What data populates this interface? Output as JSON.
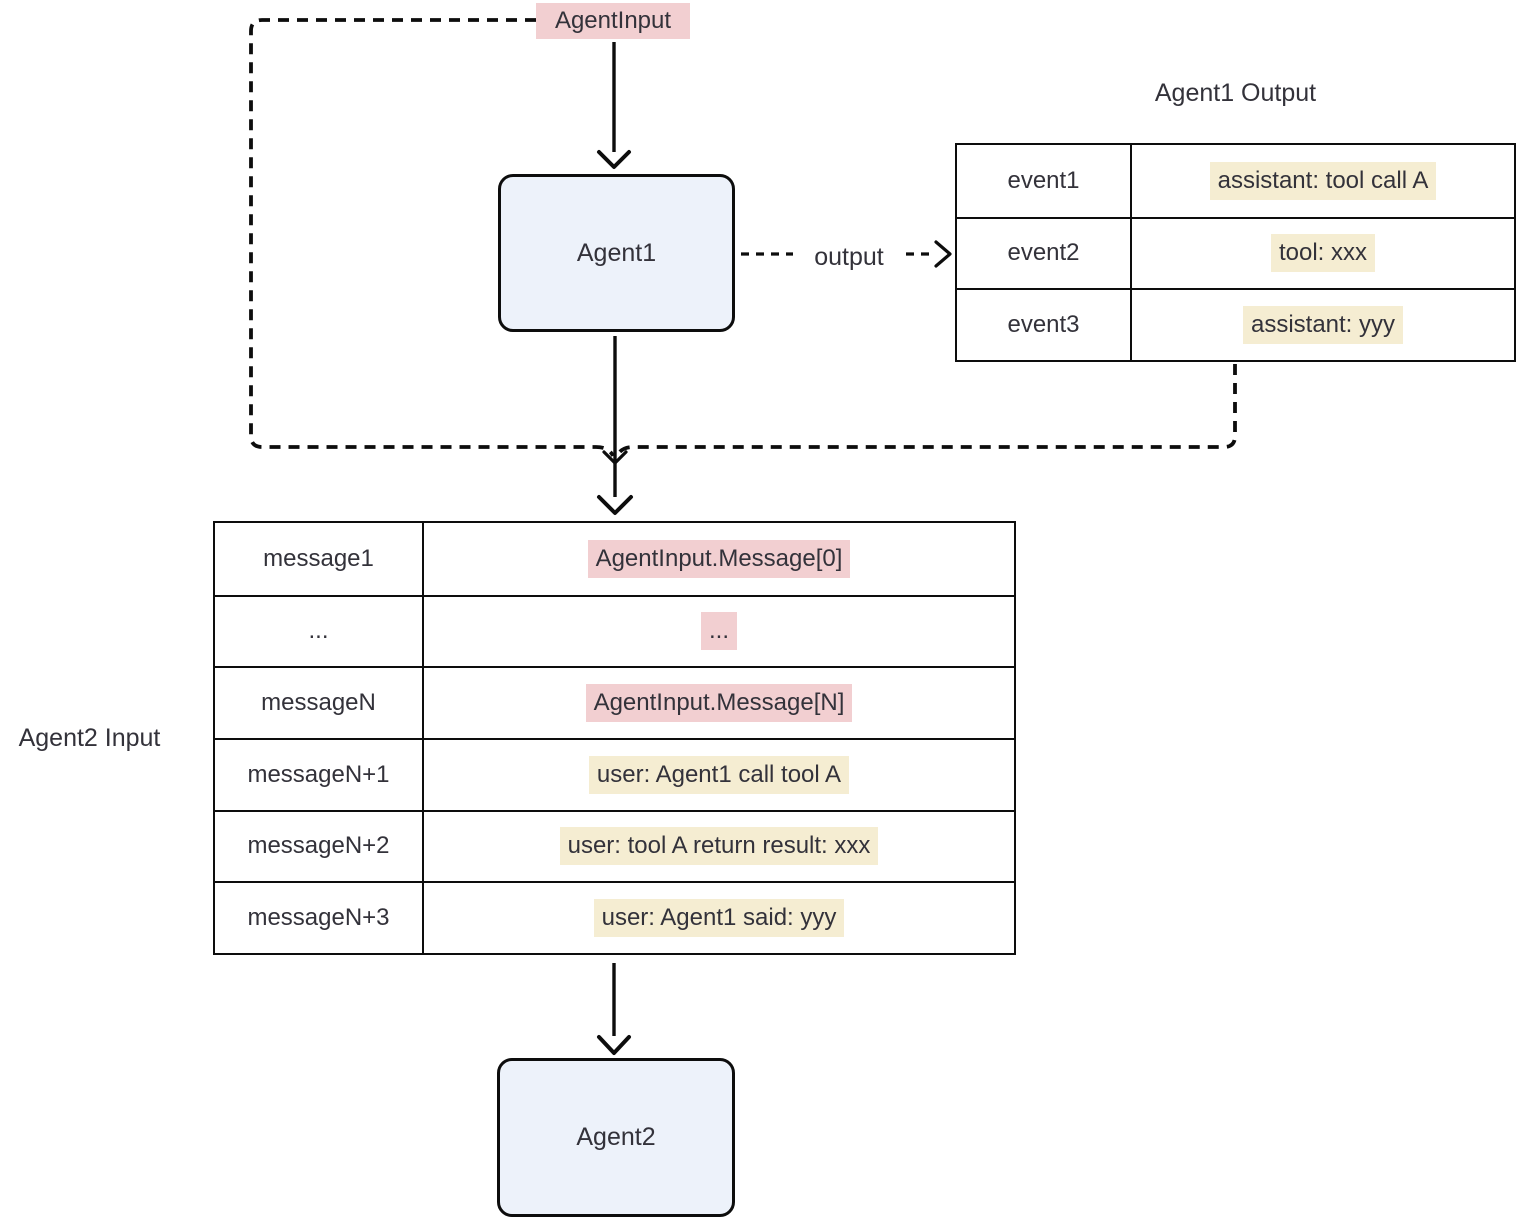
{
  "diagram": {
    "agent_input_label": "AgentInput",
    "agent1_label": "Agent1",
    "agent2_label": "Agent2",
    "output_edge_label": "output",
    "agent1_output": {
      "title": "Agent1 Output",
      "rows": [
        {
          "key": "event1",
          "value": "assistant: tool call A"
        },
        {
          "key": "event2",
          "value": "tool: xxx"
        },
        {
          "key": "event3",
          "value": "assistant: yyy"
        }
      ]
    },
    "agent2_input": {
      "title": "Agent2 Input",
      "rows": [
        {
          "key": "message1",
          "value": "AgentInput.Message[0]"
        },
        {
          "key": "...",
          "value": "..."
        },
        {
          "key": "messageN",
          "value": "AgentInput.Message[N]"
        },
        {
          "key": "messageN+1",
          "value": "user: Agent1 call tool A"
        },
        {
          "key": "messageN+2",
          "value": "user: tool A return result: xxx"
        },
        {
          "key": "messageN+3",
          "value": "user: Agent1 said: yyy"
        }
      ]
    }
  },
  "colors": {
    "highlight_pink": "#f2cfd1",
    "highlight_yellow": "#f5edd2",
    "node_fill": "#edf2fa",
    "node_border": "#0d0d0d",
    "line": "#0d0d0d",
    "text": "#33323a"
  }
}
